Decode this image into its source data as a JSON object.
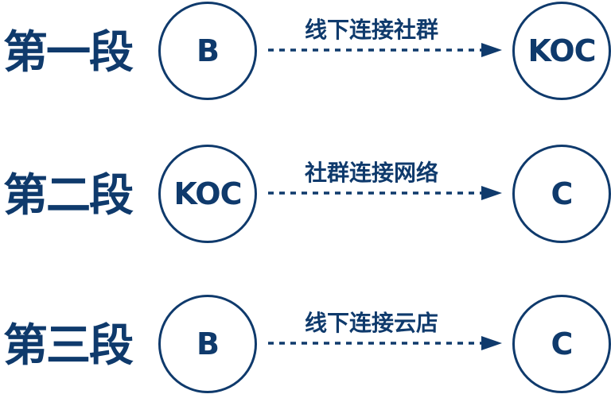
{
  "color": "#0f3a6c",
  "stages": [
    {
      "stage": "第一段",
      "from": "B",
      "connection": "线下连接社群",
      "to": "KOC"
    },
    {
      "stage": "第二段",
      "from": "KOC",
      "connection": "社群连接网络",
      "to": "C"
    },
    {
      "stage": "第三段",
      "from": "B",
      "connection": "线下连接云店",
      "to": "C"
    }
  ]
}
